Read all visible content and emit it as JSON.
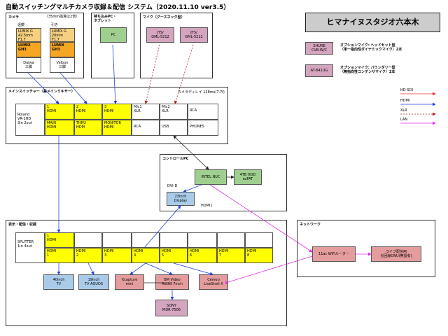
{
  "title": "自動スイッチングマルチカメラ収録＆配信 システム（2020.11.10 ver3.5）",
  "studio": "ヒマナイヌスタジオ六本木",
  "camera_group": {
    "label": "カメラ",
    "note": "（35mm換算は2倍）",
    "cam1": {
      "position": "遠鏡",
      "lens": "LUMIX G\n42.5mm\nF1.7",
      "body": "LUMIX\nGH3",
      "operator": "Daiwa\n三脚"
    },
    "cam2": {
      "position": "引き",
      "lens": "LUMIX G\n20mm\nF1.7",
      "body": "LUMIX\nGH3",
      "operator": "Velbon\n三脚"
    }
  },
  "pc_group": {
    "label": "持ち込みPC・\nタブレット",
    "pc": "PC"
  },
  "mic_group": {
    "label": "マイク（グースネック型）",
    "mic1": "JTS/\nGML-5212",
    "mic2": "JTS/\nGML-5212"
  },
  "options": [
    {
      "name": "SHURE\nCVB-W/C",
      "desc": "オプションマイク: ヘッドセット型\n（単一指向性ダイナミックマイク）2本"
    },
    {
      "name": "AT-841UG",
      "desc": "オプションマイク: バウンダリー型\n（無指向性コンデンサマイク）2本"
    }
  ],
  "legend": [
    {
      "label": "HD-SDI",
      "color": "#e83030"
    },
    {
      "label": "HDMI",
      "color": "#2540d8"
    },
    {
      "label": "XLR",
      "color": "#b02020"
    },
    {
      "label": "LAN",
      "color": "#e030e0"
    }
  ],
  "switcher": {
    "label": "メインスイッチャー（兼メインミキサー）",
    "delay": "カメラディレイ 128ms(7.7f)",
    "device": "Roland\nVR-1HD\n3in 2out",
    "top_row": [
      "1\nHDMI",
      "2\nHDMI",
      "3\nHDMI",
      "Mic1\nXLR",
      "Mic2\nXLR",
      "RCA"
    ],
    "bottom_row": [
      "MAIN\nHDMI",
      "THRU\nHDM",
      "MONITOR\nHDMI",
      "RCA",
      "USB",
      "PHONES"
    ]
  },
  "control": {
    "label": "コントロールPC",
    "nuc": "INTEL NUC",
    "hdd": "4TB HDD\nexFAT",
    "dvi": "DVI-D",
    "display": "23inch\nDisplay",
    "hdmi1": "HDMI1"
  },
  "distribution": {
    "label": "表示・配信・収録",
    "splitter": "SPLITTER\n1in 4out",
    "input": "1\nHDMI",
    "outputs": [
      "HDMI\n1",
      "HDMI\n2",
      "HDMI\n3",
      "HDMI\n4",
      "HDMI\n5",
      "HDMI\n6",
      "HDMI\n7",
      "HDMI\n8"
    ],
    "tv40": "40inch\nTV",
    "tv19": "19inch\nTV AQUOS",
    "xcapture": "Xcapture\nmini",
    "bm": "BM Video\nAssist 7inch",
    "cerevo": "Cerevo\nLiveShell X",
    "sony": "SONY\nMDR-7506"
  },
  "network": {
    "label": "ネットワーク",
    "router": "11ac WiFiルーター",
    "onu": "ライブ配信用\n光回線ONU(無設有)"
  }
}
